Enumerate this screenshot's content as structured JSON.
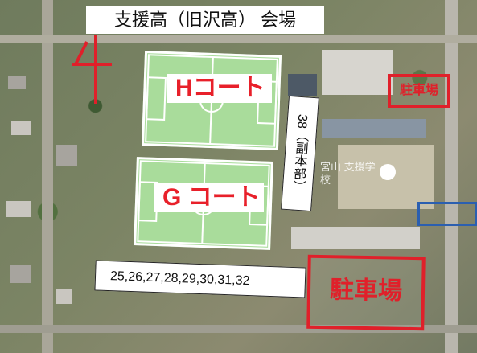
{
  "title": "支援高（旧沢高） 会場",
  "courts": {
    "h_court": "Hコート",
    "g_court": "G コート"
  },
  "notes": {
    "vertical_label": "38（副本部）",
    "bottom_label": "25,26,27,28,29,30,31,32"
  },
  "parking": {
    "upper": "駐車場",
    "lower": "駐車場"
  },
  "school_sign": "宮山 支援学校",
  "colors": {
    "accent_red": "#e0202a",
    "field_green": "#a9dc9b",
    "blue_marker": "#2b5fb0"
  }
}
